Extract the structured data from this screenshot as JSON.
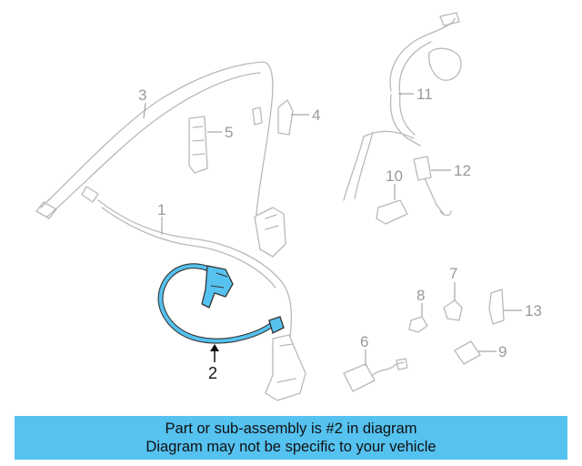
{
  "callouts": {
    "c1": "1",
    "c2": "2",
    "c3": "3",
    "c4": "4",
    "c5": "5",
    "c6": "6",
    "c7": "7",
    "c8": "8",
    "c9": "9",
    "c10": "10",
    "c11": "11",
    "c12": "12",
    "c13": "13"
  },
  "highlight_color": "#55c2f0",
  "banner": {
    "line1": "Part or sub-assembly is #2 in diagram",
    "line2": "Diagram may not be specific to your vehicle"
  }
}
